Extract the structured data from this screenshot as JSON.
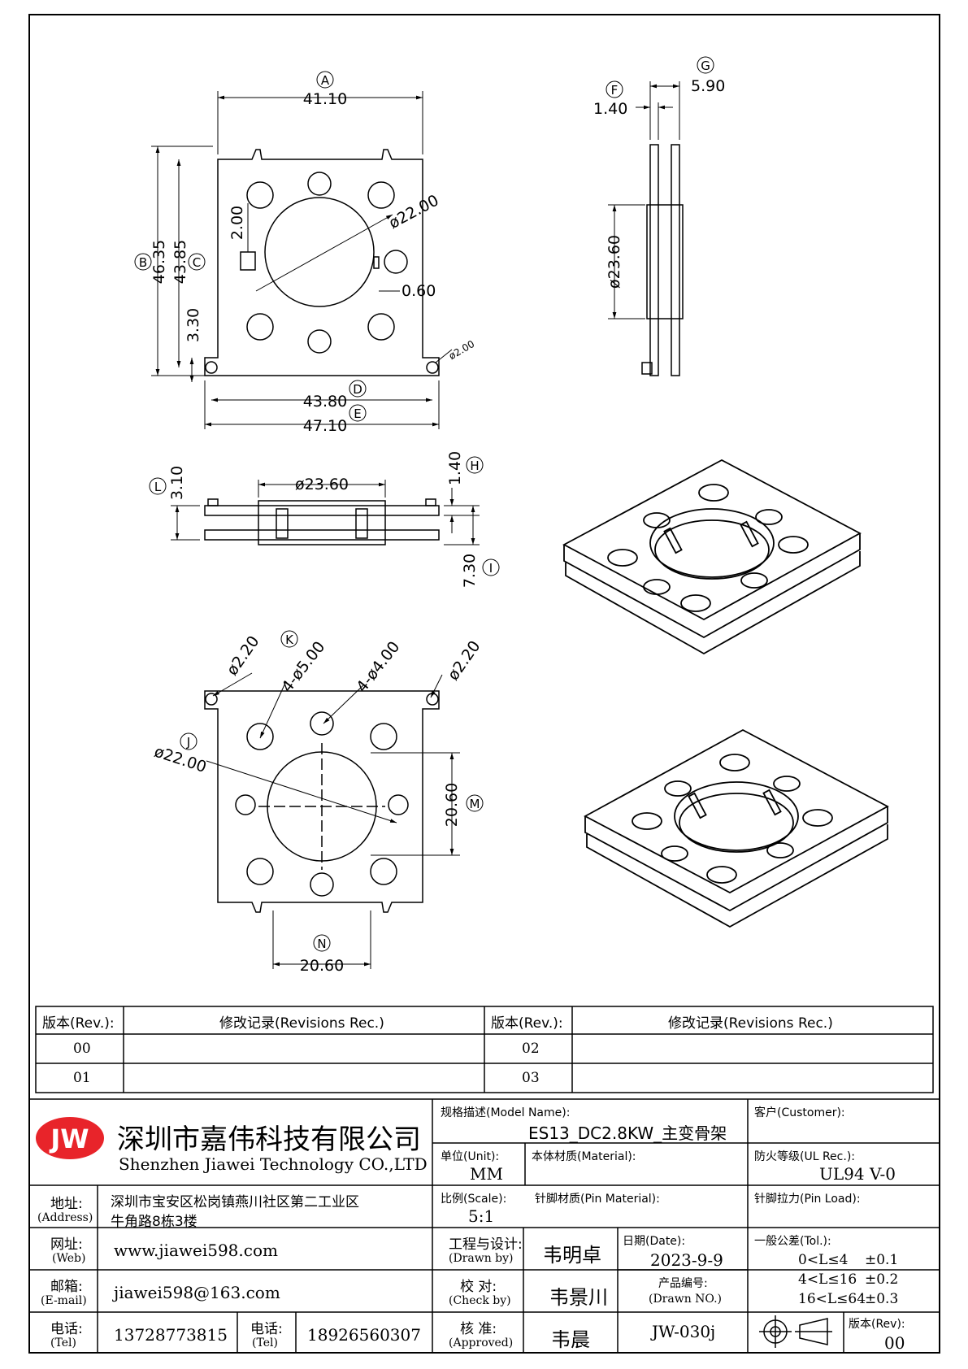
{
  "dimensions": {
    "A": {
      "tag": "A",
      "value": "41.10"
    },
    "B": {
      "tag": "B",
      "value": "46.35"
    },
    "C": {
      "tag": "C",
      "value": "43.85"
    },
    "D": {
      "tag": "D",
      "value": "43.80"
    },
    "E": {
      "tag": "E",
      "value": "47.10"
    },
    "F": {
      "tag": "F",
      "value": "1.40"
    },
    "G": {
      "tag": "G",
      "value": "5.90"
    },
    "H": {
      "tag": "H",
      "value": "1.40"
    },
    "I": {
      "tag": "I",
      "value": "7.30"
    },
    "J": {
      "tag": "J",
      "value": "ø22.00"
    },
    "K": {
      "tag": "K",
      "value": "4-ø5.00"
    },
    "L": {
      "tag": "L",
      "value": "3.10"
    },
    "M": {
      "tag": "M",
      "value": "20.60"
    },
    "N": {
      "tag": "N",
      "value": "20.60"
    },
    "top_pin_len": "2.00",
    "top_bore": "ø22.00",
    "top_gap": "0.60",
    "top_low": "3.30",
    "top_hole": "ø2.00",
    "side_bore": "ø23.60",
    "front_bore": "ø23.60",
    "bottom_hole_left": "ø2.20",
    "bottom_hole_right": "ø2.20",
    "bottom_small_holes": "4-ø4.00"
  },
  "revisions": {
    "rev_header": "版本(Rev.):",
    "rec_header": "修改记录(Revisions Rec.)",
    "rows": [
      {
        "left_rev": "00",
        "right_rev": "02"
      },
      {
        "left_rev": "01",
        "right_rev": "03"
      }
    ]
  },
  "company": {
    "logo": "JW",
    "name_cn": "深圳市嘉伟科技有限公司",
    "name_en": "Shenzhen Jiawei Technology CO.,LTD",
    "address_label_cn": "地址:",
    "address_label_en": "(Address)",
    "address_line1": "深圳市宝安区松岗镇燕川社区第二工业区",
    "address_line2": "牛角路8栋3楼",
    "web_label_cn": "网址:",
    "web_label_en": "(Web)",
    "web": "www.jiawei598.com",
    "email_label_cn": "邮箱:",
    "email_label_en": "(E-mail)",
    "email": "jiawei598@163.com",
    "tel_label_cn": "电话:",
    "tel_label_en": "(Tel)",
    "tel1": "13728773815",
    "tel2": "18926560307"
  },
  "title_block": {
    "model_label": "规格描述(Model Name):",
    "model_value": "ES13_DC2.8KW_主变骨架",
    "customer_label": "客户(Customer):",
    "unit_label": "单位(Unit):",
    "unit_value": "MM",
    "material_label": "本体材质(Material):",
    "ul_label": "防火等级(UL Rec.):",
    "ul_value": "UL94 V-0",
    "scale_label": "比例(Scale):",
    "scale_value": "5:1",
    "pin_material_label": "针脚材质(Pin Material):",
    "pin_load_label": "针脚拉力(Pin Load):",
    "drawn_label_cn": "工程与设计:",
    "drawn_label_en": "(Drawn by)",
    "drawn_value": "韦明卓",
    "check_label_cn": "校  对:",
    "check_label_en": "(Check by)",
    "check_value": "韦景川",
    "approved_label_cn": "核  准:",
    "approved_label_en": "(Approved)",
    "approved_value": "韦晨",
    "date_label": "日期(Date):",
    "date_value": "2023-9-9",
    "drawing_no_label_cn": "产品编号:",
    "drawing_no_label_en": "(Drawn NO.)",
    "drawing_no_value": "JW-030j",
    "tol_label": "一般公差(Tol.):",
    "tol_rows": [
      {
        "range": "0<L≤4",
        "tol": "±0.1"
      },
      {
        "range": "4<L≤16",
        "tol": "±0.2"
      },
      {
        "range": "16<L≤64",
        "tol": "±0.3"
      }
    ],
    "version_label": "版本(Rev):",
    "version_value": "00"
  }
}
